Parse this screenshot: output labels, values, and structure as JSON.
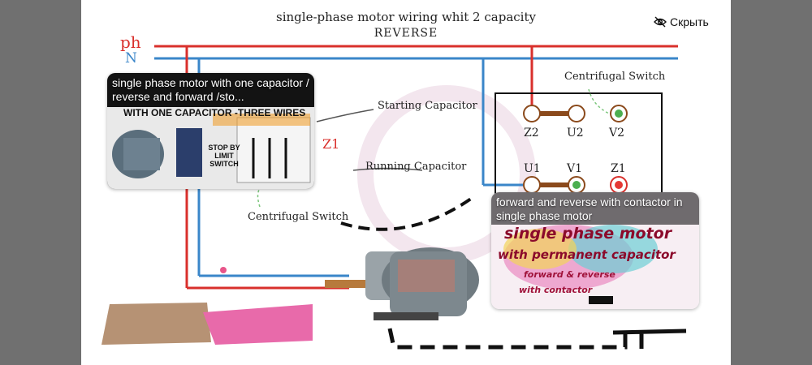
{
  "diagram": {
    "title": "single-phase motor wiring whit 2 capacity",
    "subtitle": "REVERSE",
    "line_labels": {
      "phase": "ph",
      "neutral": "N"
    },
    "labels": {
      "starting_capacitor": "Starting Capacitor",
      "running_capacitor": "Running Capacitor",
      "centrifugal_switch_top": "Centrifugal Switch",
      "centrifugal_switch_bottom": "Centrifugal Switch"
    },
    "terminals": {
      "z2": "Z2",
      "u2": "U2",
      "v2": "V2",
      "u1": "U1",
      "v1": "V1",
      "z1": "Z1",
      "z1_left": "Z1"
    },
    "colors": {
      "phase": "#d9302c",
      "neutral": "#3a86c9",
      "brown_link": "#8b4a1c",
      "green_dot": "#4caf50",
      "red_dot": "#e53935"
    }
  },
  "hide_button": {
    "label": "Скрыть",
    "icon": "eye-slash-icon"
  },
  "suggestions": [
    {
      "title": "single phase motor with one capacitor / reverse and forward /sto...",
      "thumb_text": "WITH ONE CAPACITOR -THREE WIRES",
      "thumb_stop": "STOP BY LIMIT SWITCH"
    },
    {
      "title": "forward and reverse with contactor in single phase motor",
      "thumb_line1": "single phase motor",
      "thumb_line2": "with permanent capacitor",
      "thumb_line3": "forward & reverse",
      "thumb_line4": "with contactor"
    }
  ]
}
